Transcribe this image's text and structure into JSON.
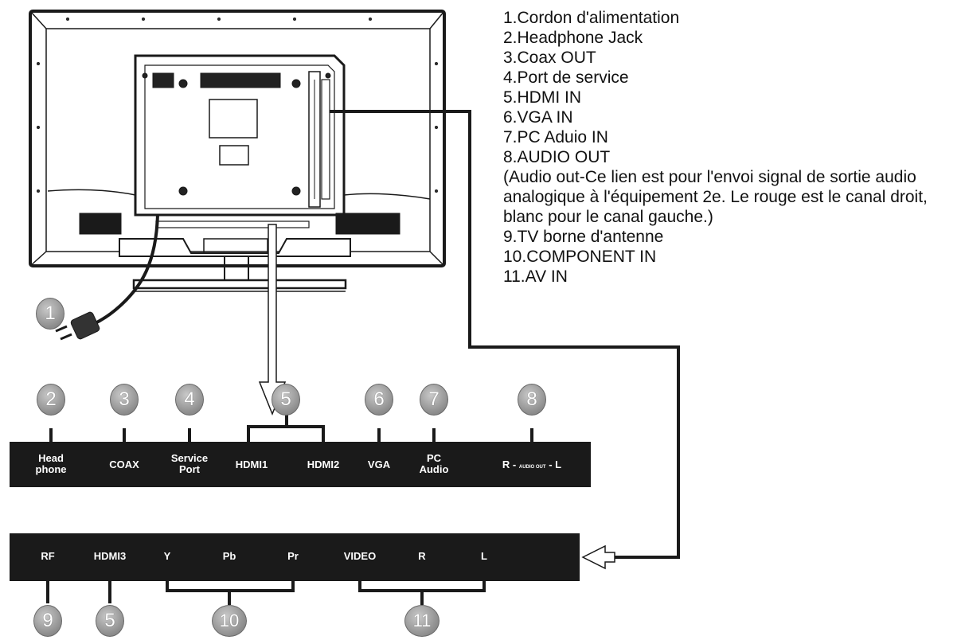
{
  "legend": {
    "items": [
      "1.Cordon d'alimentation",
      "2.Headphone Jack",
      "3.Coax OUT",
      "4.Port de service",
      "5.HDMI IN",
      "6.VGA IN",
      "7.PC Aduio IN",
      "8.AUDIO OUT"
    ],
    "note": "(Audio out-Ce lien est pour l'envoi signal de sortie audio analogique à l'équipement 2e. Le rouge est le canal droit, blanc pour le canal gauche.)",
    "items_after": [
      "9.TV borne d'antenne",
      "10.COMPONENT IN",
      "11.AV IN"
    ]
  },
  "badges": {
    "power": "1",
    "headphone": "2",
    "coax": "3",
    "service": "4",
    "hdmi_top": "5",
    "vga": "6",
    "pc_audio": "7",
    "audio_out": "8",
    "rf": "9",
    "hdmi3": "5",
    "component": "10",
    "av": "11"
  },
  "top_panel": {
    "head_phone_1": "Head",
    "head_phone_2": "phone",
    "coax": "COAX",
    "service_1": "Service",
    "service_2": "Port",
    "hdmi1": "HDMI1",
    "hdmi2": "HDMI2",
    "vga": "VGA",
    "pc_audio_1": "PC",
    "pc_audio_2": "Audio",
    "audio_r": "R -",
    "audio_out_small": "AUDIO OUT",
    "audio_l": "- L"
  },
  "bottom_panel": {
    "rf": "RF",
    "hdmi3": "HDMI3",
    "y": "Y",
    "pb": "Pb",
    "pr": "Pr",
    "video": "VIDEO",
    "r": "R",
    "l": "L"
  }
}
